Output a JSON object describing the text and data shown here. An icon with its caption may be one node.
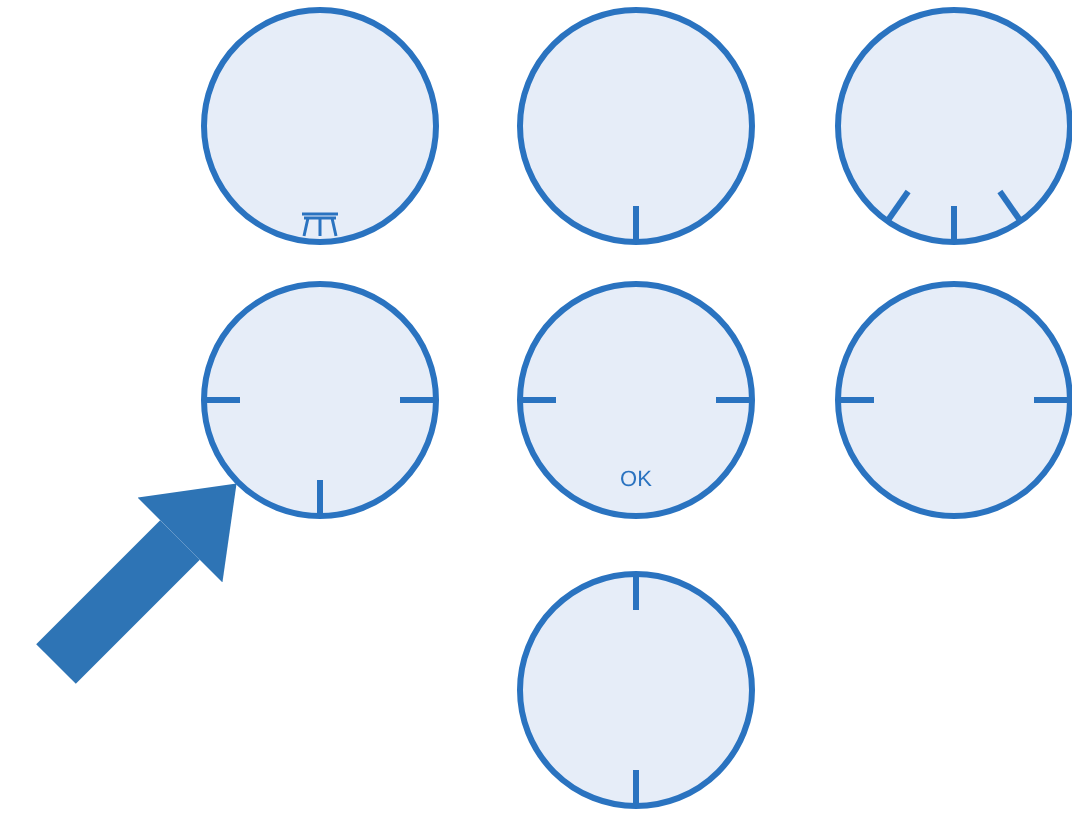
{
  "diagram": {
    "nodes": [
      {
        "text": [],
        "shape": "circle"
      },
      {
        "text": [],
        "shape": "circle"
      },
      {
        "text": [],
        "shape": "circle"
      },
      {
        "text": [],
        "shape": "circle"
      },
      {
        "text": [
          "OK"
        ]
      },
      {
        "text": [],
        "shape": "circle"
      },
      {
        "text": [],
        "shape": "circle"
      }
    ],
    "edges": [
      {
        "from": null,
        "to": 3,
        "arrow": "to"
      }
    ]
  }
}
